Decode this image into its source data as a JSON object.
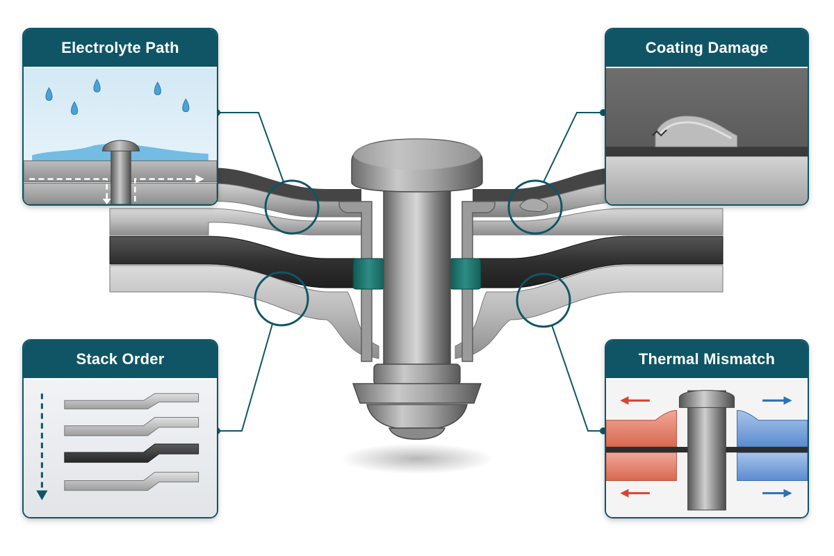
{
  "callouts": {
    "electrolyte": {
      "title": "Electrolyte Path",
      "icon": "water-drops-icon"
    },
    "coating": {
      "title": "Coating Damage",
      "icon": "coating-crack-icon"
    },
    "stack": {
      "title": "Stack Order",
      "icon": "stack-arrow-icon"
    },
    "thermal": {
      "title": "Thermal Mismatch",
      "icon": "thermal-arrows-icon"
    }
  },
  "colors": {
    "header_teal": "#0f5566",
    "washer_teal": "#1f7a73",
    "water_blue": "#4aa3d6",
    "hot_red": "#d9432f",
    "cold_blue": "#2f6fb5"
  }
}
